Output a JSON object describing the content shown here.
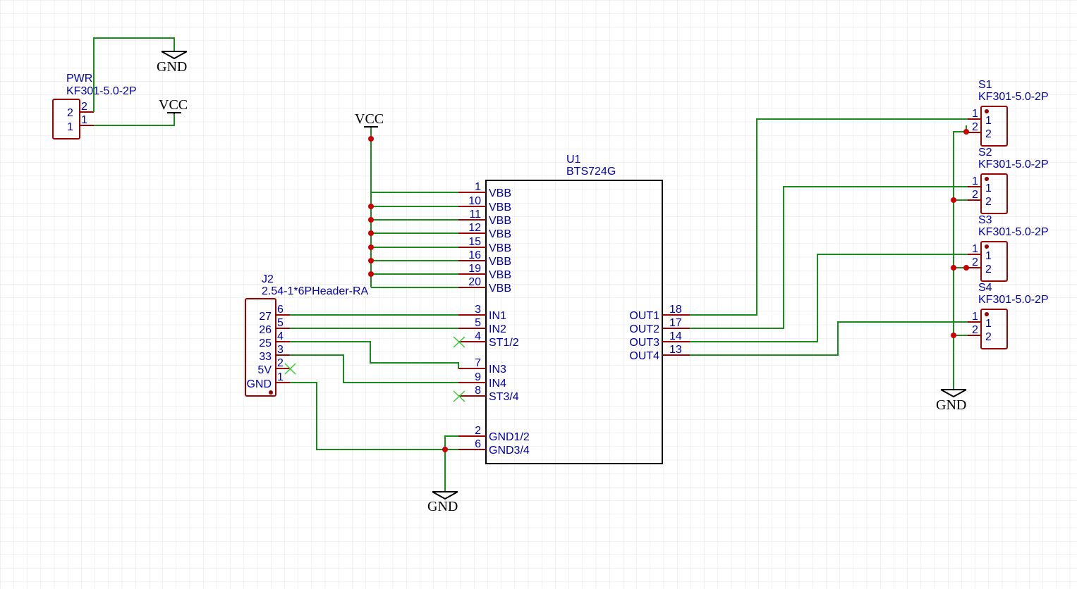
{
  "colors": {
    "wire": "#1a8a1a",
    "pin": "#990000",
    "text": "#0000aa",
    "junction": "#cc0000",
    "no_connect": "#33cc33"
  },
  "power": {
    "gnd": "GND",
    "vcc": "VCC"
  },
  "pwr": {
    "ref": "PWR",
    "value": "KF301-5.0-2P",
    "pins": [
      "2",
      "1"
    ],
    "pin_labels": [
      "2",
      "1"
    ]
  },
  "u1": {
    "ref": "U1",
    "value": "BTS724G",
    "left_pins": [
      {
        "num": "1",
        "name": "VBB"
      },
      {
        "num": "10",
        "name": "VBB"
      },
      {
        "num": "11",
        "name": "VBB"
      },
      {
        "num": "12",
        "name": "VBB"
      },
      {
        "num": "15",
        "name": "VBB"
      },
      {
        "num": "16",
        "name": "VBB"
      },
      {
        "num": "19",
        "name": "VBB"
      },
      {
        "num": "20",
        "name": "VBB"
      },
      {
        "num": "3",
        "name": "IN1"
      },
      {
        "num": "5",
        "name": "IN2"
      },
      {
        "num": "4",
        "name": "ST1/2"
      },
      {
        "num": "7",
        "name": "IN3"
      },
      {
        "num": "9",
        "name": "IN4"
      },
      {
        "num": "8",
        "name": "ST3/4"
      },
      {
        "num": "2",
        "name": "GND1/2"
      },
      {
        "num": "6",
        "name": "GND3/4"
      }
    ],
    "right_pins": [
      {
        "num": "18",
        "name": "OUT1"
      },
      {
        "num": "17",
        "name": "OUT2"
      },
      {
        "num": "14",
        "name": "OUT3"
      },
      {
        "num": "13",
        "name": "OUT4"
      }
    ]
  },
  "j2": {
    "ref": "J2",
    "value": "2.54-1*6PHeader-RA",
    "pins": [
      {
        "num": "6",
        "label": "27"
      },
      {
        "num": "5",
        "label": "26"
      },
      {
        "num": "4",
        "label": "25"
      },
      {
        "num": "3",
        "label": "33"
      },
      {
        "num": "2",
        "label": "5V"
      },
      {
        "num": "1",
        "label": "GND"
      }
    ]
  },
  "outputs": [
    {
      "ref": "S1",
      "value": "KF301-5.0-2P",
      "pins": [
        "1",
        "2"
      ],
      "pin_labels": [
        "1",
        "2"
      ]
    },
    {
      "ref": "S2",
      "value": "KF301-5.0-2P",
      "pins": [
        "1",
        "2"
      ],
      "pin_labels": [
        "1",
        "2"
      ]
    },
    {
      "ref": "S3",
      "value": "KF301-5.0-2P",
      "pins": [
        "1",
        "2"
      ],
      "pin_labels": [
        "1",
        "2"
      ]
    },
    {
      "ref": "S4",
      "value": "KF301-5.0-2P",
      "pins": [
        "1",
        "2"
      ],
      "pin_labels": [
        "1",
        "2"
      ]
    }
  ]
}
